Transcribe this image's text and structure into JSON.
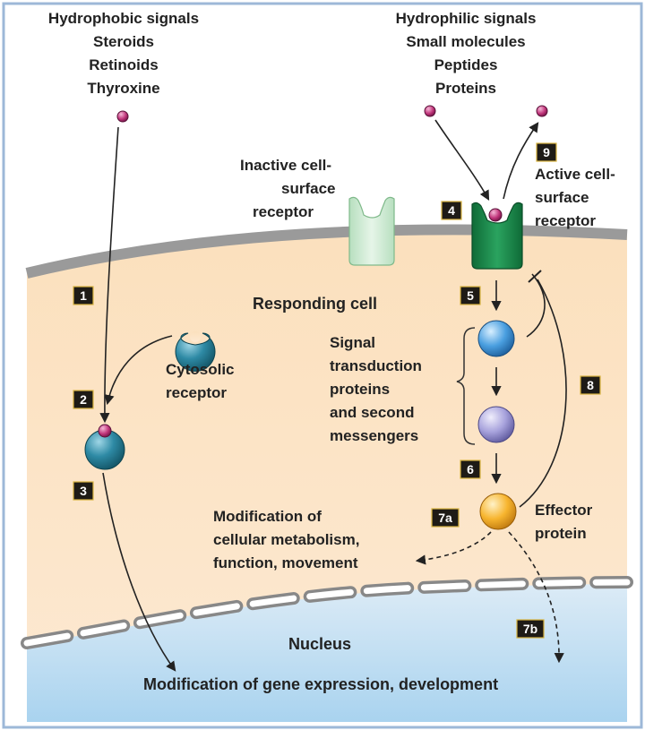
{
  "hydrophobic": {
    "title": "Hydrophobic signals",
    "items": [
      "Steroids",
      "Retinoids",
      "Thyroxine"
    ]
  },
  "hydrophilic": {
    "title": "Hydrophilic signals",
    "items": [
      "Small molecules",
      "Peptides",
      "Proteins"
    ]
  },
  "labels": {
    "inactive_receptor": [
      "Inactive cell-",
      "surface",
      "receptor"
    ],
    "active_receptor": [
      "Active cell-",
      "surface",
      "receptor"
    ],
    "responding_cell": "Responding cell",
    "cytosolic_receptor": [
      "Cytosolic",
      "receptor"
    ],
    "signal_transduction": [
      "Signal",
      "transduction",
      "proteins",
      "and second",
      "messengers"
    ],
    "effector_protein": [
      "Effector",
      "protein"
    ],
    "modification_metabolism": [
      "Modification of",
      "cellular metabolism,",
      "function, movement"
    ],
    "nucleus": "Nucleus",
    "modification_gene": "Modification of gene expression, development"
  },
  "steps": {
    "s1": "1",
    "s2": "2",
    "s3": "3",
    "s4": "4",
    "s5": "5",
    "s6": "6",
    "s7a": "7a",
    "s7b": "7b",
    "s8": "8",
    "s9": "9"
  },
  "colors": {
    "cytoplasm": "#fde3c3",
    "nucleus": "#cfe6f6",
    "membrane": "#9a9a9a",
    "signal": "#c0347a",
    "step_badge": "#1e1b16",
    "step_border": "#d8b440",
    "active_receptor": "#1a8c4c",
    "inactive_receptor": "#cdebd2",
    "cytosolic_receptor": "#2e8aa5",
    "transducer_1": "#4a9fe0",
    "transducer_2": "#a7a2dc",
    "effector": "#f7b52f"
  }
}
